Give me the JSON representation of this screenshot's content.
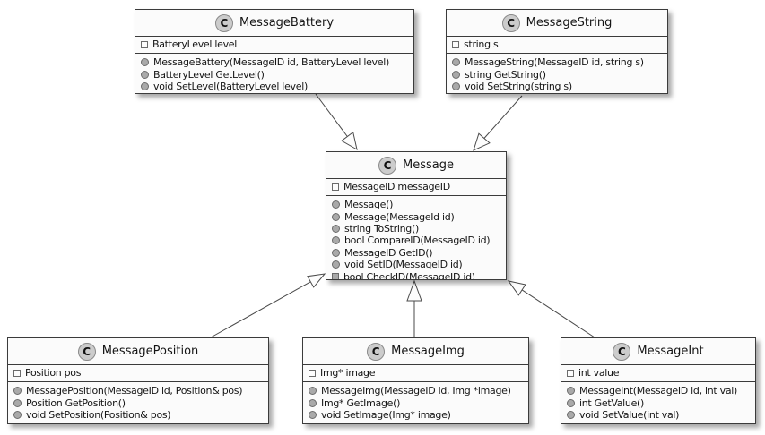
{
  "diagram": {
    "type": "uml-class-diagram",
    "badge_letter": "C",
    "colors": {
      "background": "#FFFFFF",
      "box_fill": "#FBFBFB",
      "border": "#3B3B3B",
      "badge_fill": "#CCCCCC",
      "member_icon_fill": "#A9A9A9"
    },
    "classes": [
      {
        "name": "MessageBattery",
        "fields": [
          {
            "icon": "square-open",
            "text": "BatteryLevel level"
          }
        ],
        "methods": [
          {
            "icon": "circle",
            "text": "MessageBattery(MessageID id, BatteryLevel level)"
          },
          {
            "icon": "circle",
            "text": "BatteryLevel GetLevel()"
          },
          {
            "icon": "circle",
            "text": "void SetLevel(BatteryLevel level)"
          }
        ]
      },
      {
        "name": "MessageString",
        "fields": [
          {
            "icon": "square-open",
            "text": "string s"
          }
        ],
        "methods": [
          {
            "icon": "circle",
            "text": "MessageString(MessageID id, string s)"
          },
          {
            "icon": "circle",
            "text": "string GetString()"
          },
          {
            "icon": "circle",
            "text": "void SetString(string s)"
          }
        ]
      },
      {
        "name": "Message",
        "fields": [
          {
            "icon": "square-open",
            "text": "MessageID messageID"
          }
        ],
        "methods": [
          {
            "icon": "circle",
            "text": "Message()"
          },
          {
            "icon": "circle",
            "text": "Message(MessageId id)"
          },
          {
            "icon": "circle",
            "text": "string ToString()"
          },
          {
            "icon": "circle",
            "text": "bool CompareID(MessageID id)"
          },
          {
            "icon": "circle",
            "text": "MessageID GetID()"
          },
          {
            "icon": "circle",
            "text": "void SetID(MessageID id)"
          },
          {
            "icon": "square-filled",
            "text": "bool CheckID(MessageID id)"
          }
        ]
      },
      {
        "name": "MessagePosition",
        "fields": [
          {
            "icon": "square-open",
            "text": "Position pos"
          }
        ],
        "methods": [
          {
            "icon": "circle",
            "text": "MessagePosition(MessageID id, Position& pos)"
          },
          {
            "icon": "circle",
            "text": "Position GetPosition()"
          },
          {
            "icon": "circle",
            "text": "void SetPosition(Position& pos)"
          }
        ]
      },
      {
        "name": "MessageImg",
        "fields": [
          {
            "icon": "square-open",
            "text": "Img* image"
          }
        ],
        "methods": [
          {
            "icon": "circle",
            "text": "MessageImg(MessageID id, Img *image)"
          },
          {
            "icon": "circle",
            "text": "Img* GetImage()"
          },
          {
            "icon": "circle",
            "text": "void SetImage(Img* image)"
          }
        ]
      },
      {
        "name": "MessageInt",
        "fields": [
          {
            "icon": "square-open",
            "text": "int value"
          }
        ],
        "methods": [
          {
            "icon": "circle",
            "text": "MessageInt(MessageID id, int val)"
          },
          {
            "icon": "circle",
            "text": "int GetValue()"
          },
          {
            "icon": "circle",
            "text": "void SetValue(int val)"
          }
        ]
      }
    ],
    "relationships": [
      {
        "from": "MessageBattery",
        "to": "Message",
        "type": "inheritance"
      },
      {
        "from": "MessageString",
        "to": "Message",
        "type": "inheritance"
      },
      {
        "from": "MessagePosition",
        "to": "Message",
        "type": "inheritance"
      },
      {
        "from": "MessageImg",
        "to": "Message",
        "type": "inheritance"
      },
      {
        "from": "MessageInt",
        "to": "Message",
        "type": "inheritance"
      }
    ]
  }
}
